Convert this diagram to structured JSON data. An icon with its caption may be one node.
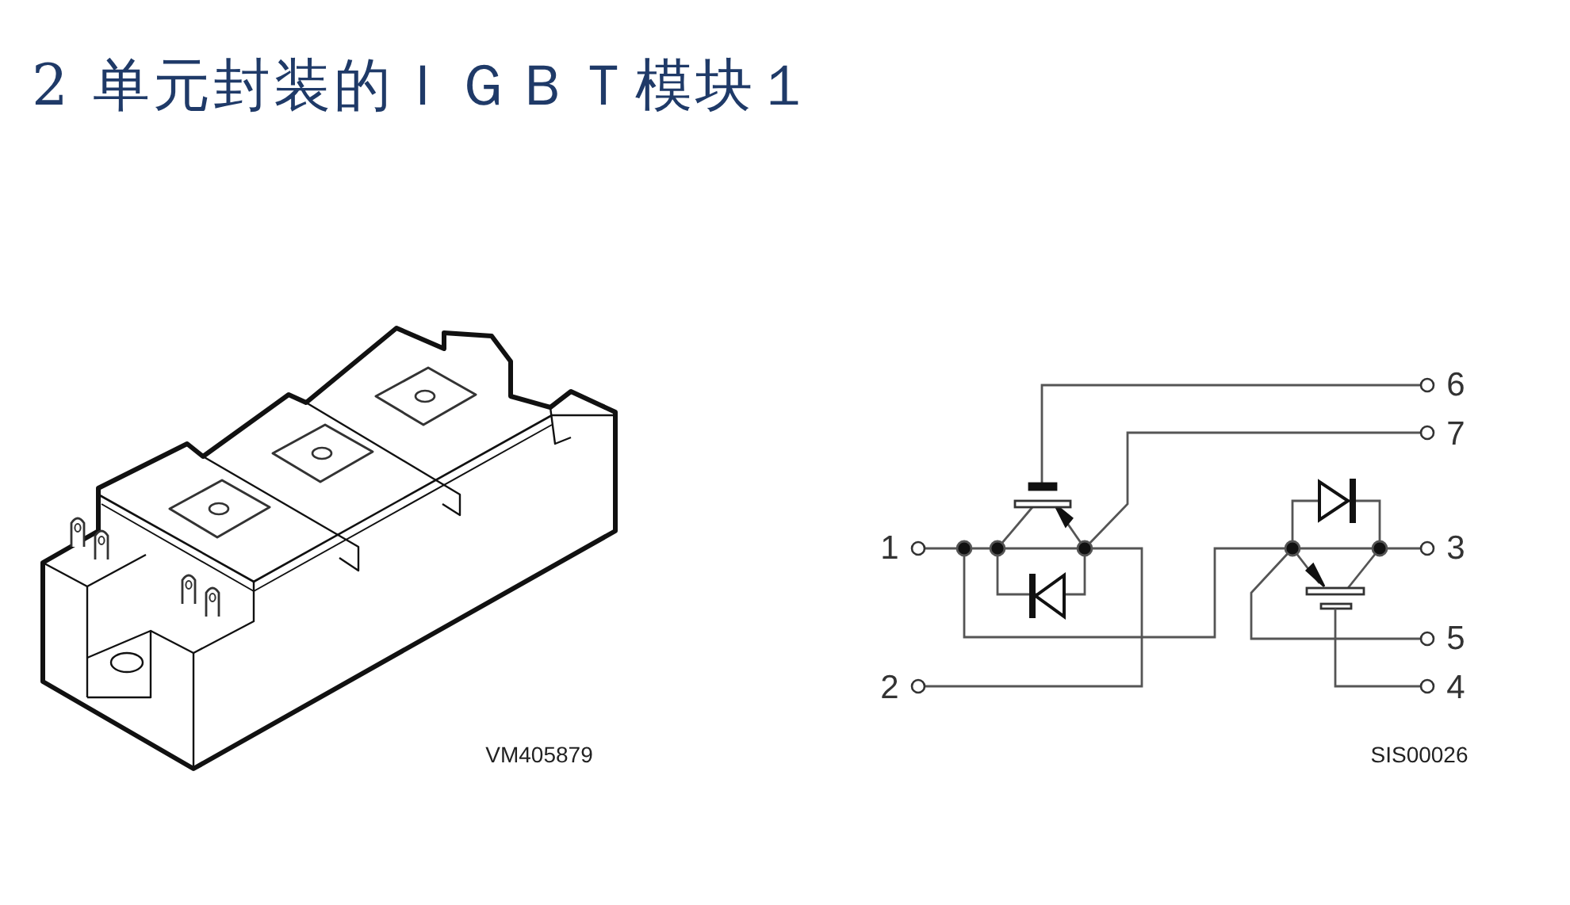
{
  "diagram": {
    "title": "2 单元封装的ＩＧＢＴ模块１",
    "labels": [
      "6",
      "7",
      "1",
      "3",
      "5",
      "2",
      "4",
      "VM405879",
      "SIS00026"
    ]
  }
}
